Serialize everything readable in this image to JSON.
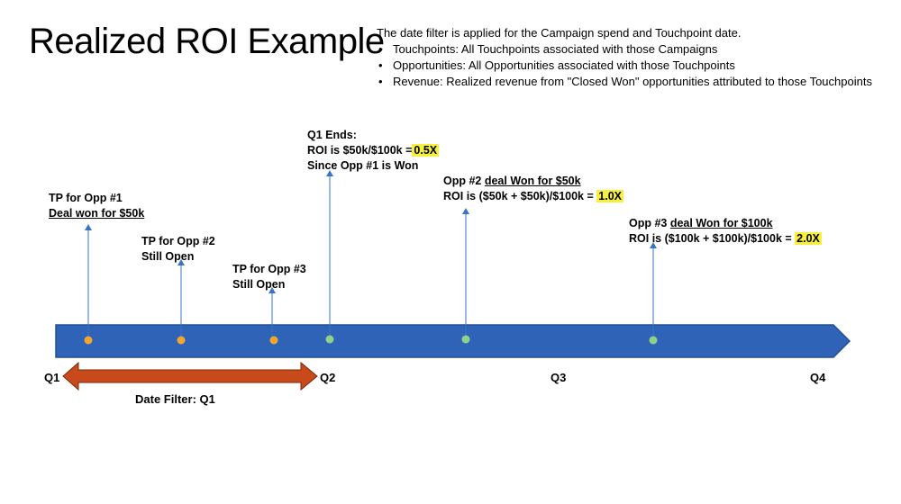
{
  "title": "Realized ROI Example",
  "description": {
    "intro": "The date filter is applied for the Campaign spend and Touchpoint date.",
    "bullets": [
      "Touchpoints: All Touchpoints associated with those Campaigns",
      "Opportunities: All Opportunities associated with those Touchpoints",
      "Revenue: Realized revenue from \"Closed Won\" opportunities attributed to those Touchpoints"
    ]
  },
  "colors": {
    "timeline": "#2e63b8",
    "timeline_stroke": "#24508f",
    "open_dot": "#f2a531",
    "won_dot": "#8fd18a",
    "filter_arrow": "#c8491a",
    "connector": "#3a73c4",
    "highlight": "#f6ef3c"
  },
  "timeline": {
    "quarters": [
      "Q1",
      "Q2",
      "Q3",
      "Q4"
    ],
    "filter_label": "Date Filter: Q1"
  },
  "events": {
    "tp1": {
      "line1": "TP for Opp #1",
      "line2": "Deal won for $50k"
    },
    "tp2": {
      "line1": "TP for Opp #2",
      "line2": "Still Open"
    },
    "tp3": {
      "line1": "TP for Opp #3",
      "line2": "Still Open"
    },
    "q1end": {
      "line1": "Q1 Ends:",
      "line2_pre": "ROI is $50k/$100k =",
      "line2_hl": "0.5X",
      "line3": "Since Opp #1 is Won"
    },
    "opp2": {
      "line1_pre": "Opp #2 ",
      "line1_u": "deal Won for $50k",
      "line2_pre": "ROI is ($50k + $50k)/$100k = ",
      "line2_hl": "1.0X"
    },
    "opp3": {
      "line1_pre": "Opp #3 ",
      "line1_u": "deal Won for $100k",
      "line2_pre": "ROI is ($100k + $100k)/$100k = ",
      "line2_hl": "2.0X"
    }
  }
}
